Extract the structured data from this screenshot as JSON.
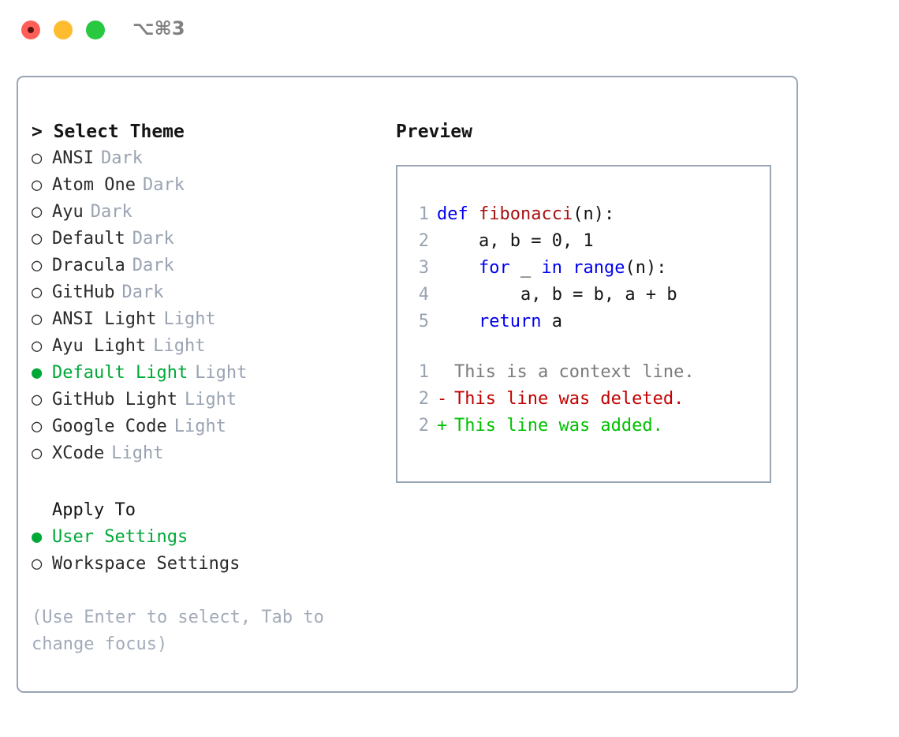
{
  "window": {
    "shortcut": "⌥⌘3",
    "traffic_lights": [
      "close",
      "minimize",
      "maximize"
    ],
    "colors": {
      "close": "#ff5f57",
      "minimize": "#febc2e",
      "maximize": "#28c840",
      "accent_green": "#00a838",
      "border": "#9aa5b5",
      "muted": "#9aa3b2"
    }
  },
  "theme_panel": {
    "header": "> Select Theme",
    "items": [
      {
        "bullet": "○",
        "name": "ANSI",
        "tag": "Dark",
        "selected": false
      },
      {
        "bullet": "○",
        "name": "Atom One",
        "tag": "Dark",
        "selected": false
      },
      {
        "bullet": "○",
        "name": "Ayu",
        "tag": "Dark",
        "selected": false
      },
      {
        "bullet": "○",
        "name": "Default",
        "tag": "Dark",
        "selected": false
      },
      {
        "bullet": "○",
        "name": "Dracula",
        "tag": "Dark",
        "selected": false
      },
      {
        "bullet": "○",
        "name": "GitHub",
        "tag": "Dark",
        "selected": false
      },
      {
        "bullet": "○",
        "name": "ANSI Light",
        "tag": "Light",
        "selected": false
      },
      {
        "bullet": "○",
        "name": "Ayu Light",
        "tag": "Light",
        "selected": false
      },
      {
        "bullet": "●",
        "name": "Default Light",
        "tag": "Light",
        "selected": true
      },
      {
        "bullet": "○",
        "name": "GitHub Light",
        "tag": "Light",
        "selected": false
      },
      {
        "bullet": "○",
        "name": "Google Code",
        "tag": "Light",
        "selected": false
      },
      {
        "bullet": "○",
        "name": "XCode",
        "tag": "Light",
        "selected": false
      }
    ]
  },
  "apply_to": {
    "title": "Apply To",
    "items": [
      {
        "bullet": "●",
        "name": "User Settings",
        "selected": true
      },
      {
        "bullet": "○",
        "name": "Workspace Settings",
        "selected": false
      }
    ]
  },
  "hint": "(Use Enter to select, Tab to change focus)",
  "preview": {
    "header": "Preview",
    "code_lines": [
      {
        "n": "1",
        "tokens": [
          {
            "t": "def ",
            "c": "kw"
          },
          {
            "t": "fibonacci",
            "c": "fn"
          },
          {
            "t": "(n):",
            "c": "pl"
          }
        ]
      },
      {
        "n": "2",
        "tokens": [
          {
            "t": "    a, b = 0, 1",
            "c": "pl"
          }
        ]
      },
      {
        "n": "3",
        "tokens": [
          {
            "t": "    ",
            "c": "pl"
          },
          {
            "t": "for",
            "c": "kw"
          },
          {
            "t": " _ ",
            "c": "pl"
          },
          {
            "t": "in",
            "c": "kw"
          },
          {
            "t": " ",
            "c": "pl"
          },
          {
            "t": "range",
            "c": "kw"
          },
          {
            "t": "(n):",
            "c": "pl"
          }
        ]
      },
      {
        "n": "4",
        "tokens": [
          {
            "t": "        a, b = b, a + b",
            "c": "pl"
          }
        ]
      },
      {
        "n": "5",
        "tokens": [
          {
            "t": "    ",
            "c": "pl"
          },
          {
            "t": "return",
            "c": "kw"
          },
          {
            "t": " a",
            "c": "pl"
          }
        ]
      }
    ],
    "diff_lines": [
      {
        "n": "1",
        "marker": " ",
        "text": "This is a context line.",
        "kind": "ctx"
      },
      {
        "n": "2",
        "marker": "-",
        "text": "This line was deleted.",
        "kind": "del"
      },
      {
        "n": "2",
        "marker": "+",
        "text": "This line was added.",
        "kind": "add"
      }
    ]
  }
}
